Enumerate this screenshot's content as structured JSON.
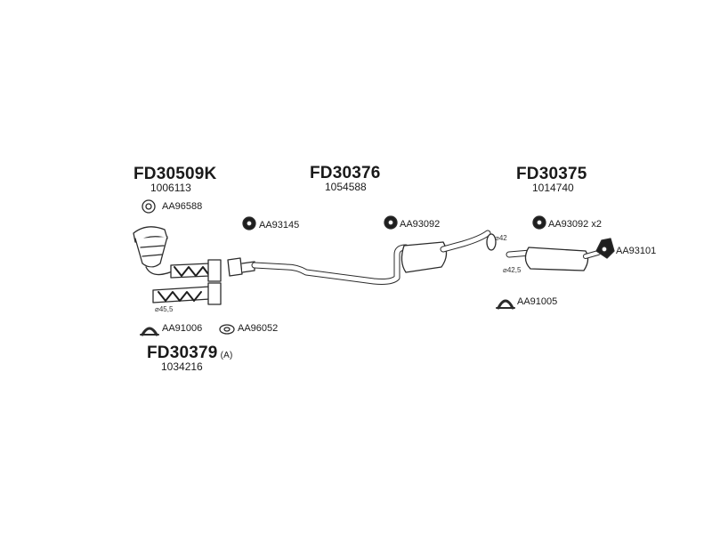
{
  "groups": [
    {
      "code": "FD30509K",
      "ref": "1006113"
    },
    {
      "code": "FD30376",
      "ref": "1054588"
    },
    {
      "code": "FD30375",
      "ref": "1014740"
    },
    {
      "code": "FD30379",
      "suffix": "(A)",
      "ref": "1034216"
    }
  ],
  "accessories": {
    "aa96588": "AA96588",
    "aa93145": "AA93145",
    "aa93092_mid": "AA93092",
    "aa93092_rear": "AA93092 x2",
    "aa93101": "AA93101",
    "aa91006": "AA91006",
    "aa96052": "AA96052",
    "aa91005": "AA91005"
  },
  "diameters": {
    "d45": "⌀45,5",
    "d42": "⌀42",
    "d42_5": "⌀42,5"
  },
  "colors": {
    "line": "#2b2b2b",
    "fill": "#ffffff",
    "dark": "#1e1e1e"
  }
}
